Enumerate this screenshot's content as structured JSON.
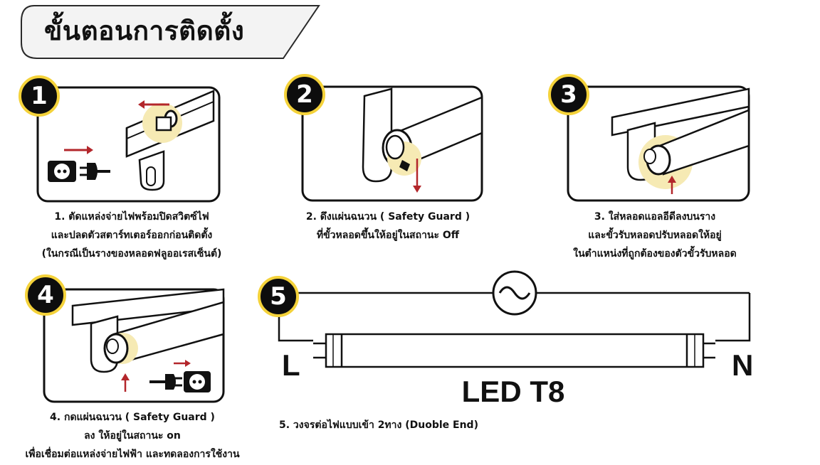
{
  "header": {
    "title": "ขั้นตอนการติดตั้ง"
  },
  "steps": [
    {
      "number": "1",
      "lines": [
        "1.  ตัดแหล่งจ่ายไฟพร้อมปิดสวิตซ์ไฟ",
        "และปลดตัวสตาร์ทเตอร์ออกก่อนติดตั้ง",
        "(ในกรณีเป็นรางของหลอดฟลูออเรสเซ็นต์)"
      ]
    },
    {
      "number": "2",
      "lines": [
        "2.   ดึงแผ่นฉนวน ( Safety Guard )",
        "ที่ขั้วหลอดขึ้นให้อยู่ในสถานะ Off"
      ]
    },
    {
      "number": "3",
      "lines": [
        "3.  ใส่หลอดแอลอีดีลงบนราง",
        "และขั้วรับหลอดปรับหลอดให้อยู่",
        "ในตำแหน่งที่ถูกต้องของตัวขั้วรับหลอด"
      ]
    },
    {
      "number": "4",
      "lines": [
        "4.  กดแผ่นฉนวน ( Safety Guard )",
        "ลง ให้อยู่ในสถานะ on",
        "เพื่อเชื่อมต่อแหล่งจ่ายไฟฟ้า และทดลองการใช้งาน"
      ]
    },
    {
      "number": "5",
      "lines": [
        "5.  วงจรต่อไฟแบบเข้า 2ทาง (Duoble End)"
      ]
    }
  ],
  "wiring": {
    "left_label": "L",
    "right_label": "N",
    "tube_label": "LED T8"
  },
  "colors": {
    "badge_fill": "#0d0d0d",
    "badge_ring": "#f4d23a",
    "highlight": "#f6eab4",
    "arrow": "#b3262b",
    "header_bg": "#f3f3f3"
  }
}
